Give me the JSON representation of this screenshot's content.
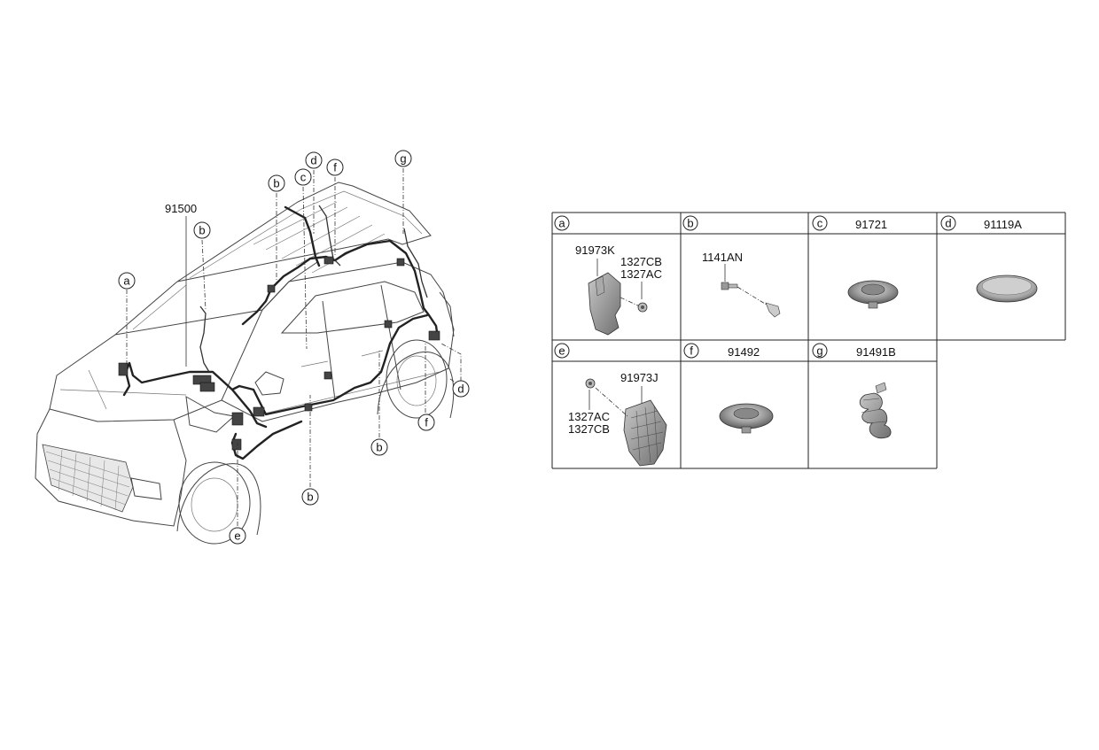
{
  "main_harness_part": "91500",
  "callouts": {
    "a": "a",
    "b": "b",
    "c": "c",
    "d": "d",
    "e": "e",
    "f": "f",
    "g": "g"
  },
  "table": {
    "cells": [
      {
        "letter": "a",
        "part": "",
        "labels": [
          "91973K",
          "1327CB",
          "1327AC"
        ]
      },
      {
        "letter": "b",
        "part": "",
        "labels": [
          "1141AN"
        ]
      },
      {
        "letter": "c",
        "part": "91721",
        "labels": []
      },
      {
        "letter": "d",
        "part": "91119A",
        "labels": []
      },
      {
        "letter": "e",
        "part": "",
        "labels": [
          "91973J",
          "1327AC",
          "1327CB"
        ]
      },
      {
        "letter": "f",
        "part": "91492",
        "labels": []
      },
      {
        "letter": "g",
        "part": "91491B",
        "labels": []
      }
    ]
  }
}
